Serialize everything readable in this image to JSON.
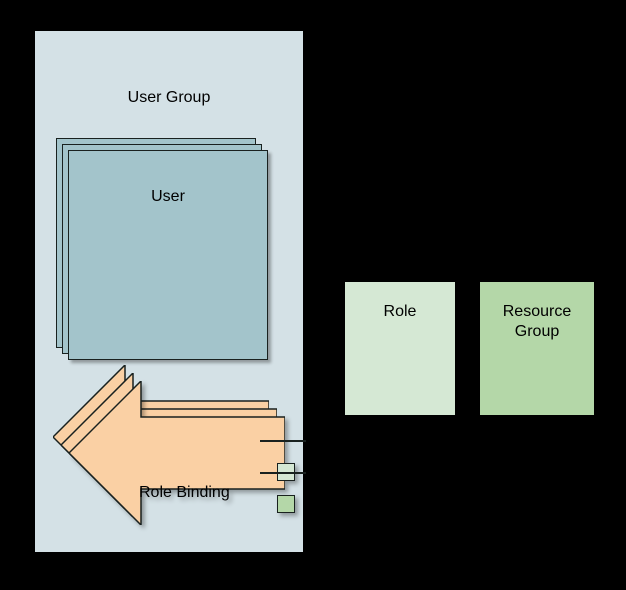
{
  "diagram": {
    "background_color": "#000000",
    "user_group": {
      "title": "User Group",
      "panel_color": "#d4e1e6",
      "user": {
        "label": "User",
        "color": "#a3c4cb",
        "stack_count": 3
      },
      "role_binding": {
        "label": "Role Binding",
        "color": "#fad0a4",
        "stack_count": 3,
        "shape": "left-arrow",
        "ports": [
          {
            "name": "role-port",
            "color": "#d5e8d4"
          },
          {
            "name": "resource-group-port",
            "color": "#b4d7a8"
          }
        ]
      }
    },
    "role": {
      "label": "Role",
      "color": "#d5e8d4"
    },
    "resource_group": {
      "label": "Resource Group",
      "label_line_1": "Resource",
      "label_line_2": "Group",
      "color": "#b4d7a8"
    },
    "connectors": [
      {
        "name": "role-binding-to-role",
        "color": "#19211f"
      },
      {
        "name": "role-binding-to-resource-group",
        "color": "#19211f"
      }
    ]
  }
}
